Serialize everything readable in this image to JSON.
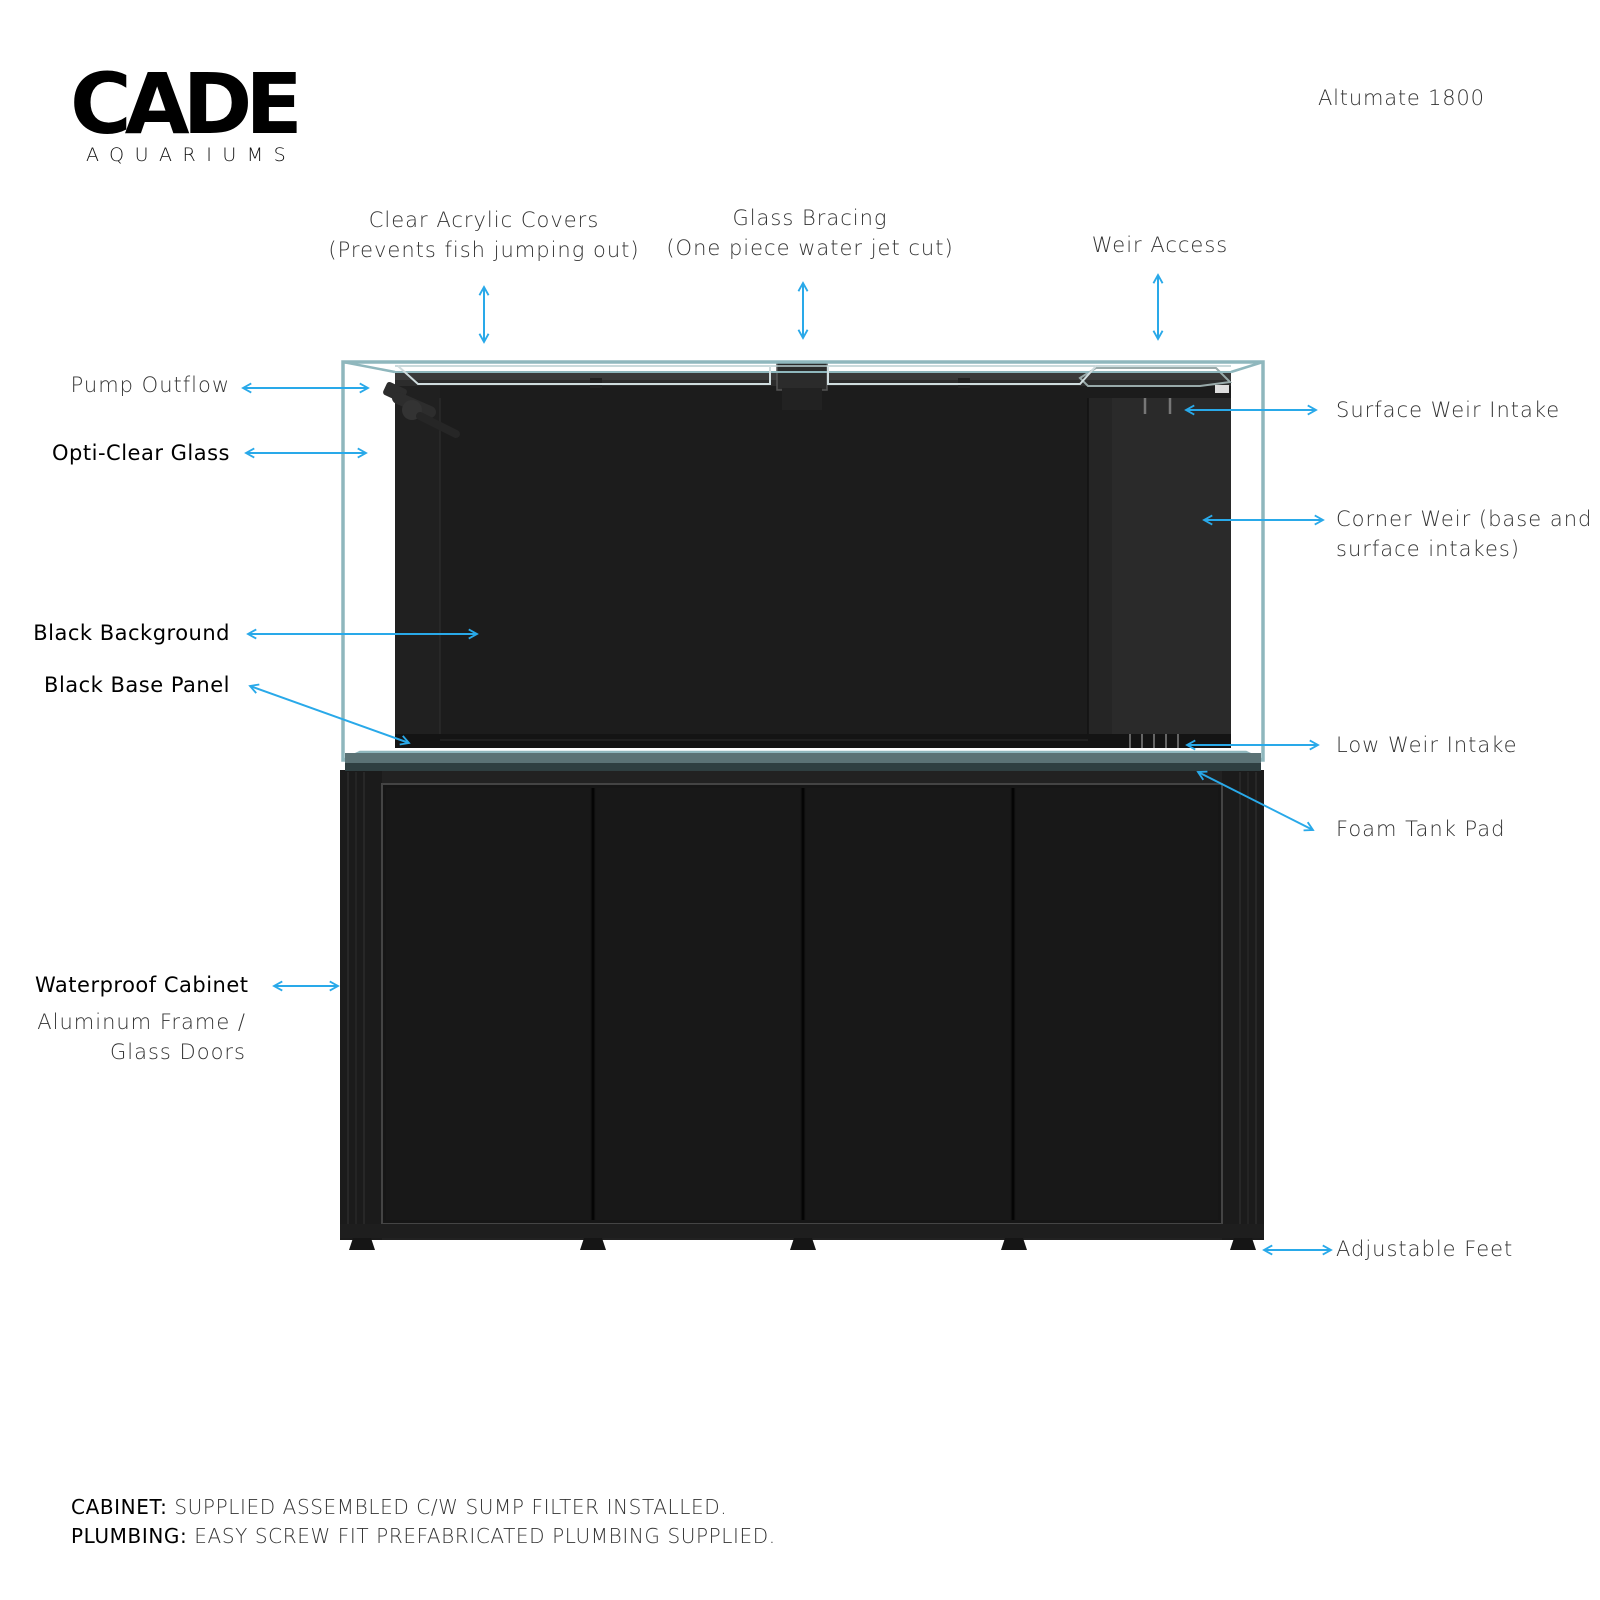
{
  "brand": {
    "wordmark": "CADE",
    "subtitle": "AQUARIUMS"
  },
  "model": "Altumate 1800",
  "colors": {
    "arrow": "#29a9e9",
    "glass": "#8fb7bd",
    "tank_inner": "#1c1c1c",
    "cabinet": "#1a1a1a",
    "frame": "#262626"
  },
  "labels": {
    "clear_acrylic_covers": [
      "Clear Acrylic Covers",
      "(Prevents fish jumping out)"
    ],
    "glass_bracing": [
      "Glass Bracing",
      "(One piece water jet cut)"
    ],
    "weir_access": "Weir Access",
    "pump_outflow": "Pump Outflow",
    "opti_clear_glass": "Opti-Clear Glass",
    "black_background": "Black Background",
    "black_base_panel": "Black Base Panel",
    "waterproof_cabinet": "Waterproof Cabinet",
    "aluminum_frame": [
      "Aluminum Frame /",
      "Glass Doors"
    ],
    "surface_weir_intake": "Surface Weir Intake",
    "corner_weir": [
      "Corner Weir (base and",
      "surface intakes)"
    ],
    "low_weir_intake": "Low Weir Intake",
    "foam_tank_pad": "Foam Tank Pad",
    "adjustable_feet": "Adjustable Feet"
  },
  "notes": [
    {
      "key": "CABINET:",
      "value": "SUPPLIED ASSEMBLED C/W SUMP FILTER INSTALLED."
    },
    {
      "key": "PLUMBING:",
      "value": "EASY SCREW FIT PREFABRICATED PLUMBING SUPPLIED."
    }
  ],
  "icons": {
    "arrow": "double-headed-arrow-icon"
  }
}
